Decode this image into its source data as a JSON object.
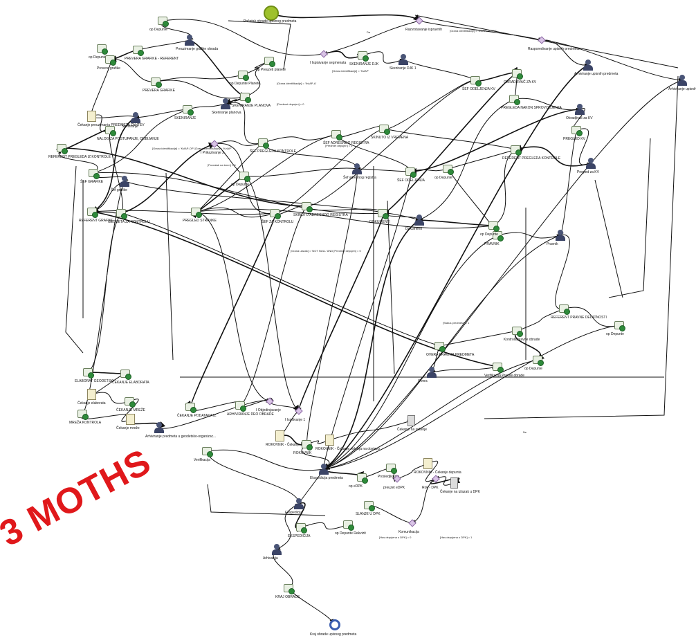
{
  "diagram": {
    "title": "",
    "start_event_label": "Početak obrade upisnog predmeta",
    "end_event_label": "Kraj obrade upisnog predmeta",
    "stamp_text": "3 MOTHS",
    "colors": {
      "edges": "#111111",
      "stamp": "#e0181b",
      "start_event": "#9ec12c",
      "end_event": "#3b5eb0",
      "user_task": "#3b4466",
      "service_task": "#2e8a3a"
    },
    "nodes": [
      {
        "id": "n1",
        "kind": "service",
        "label": "op Depunte"
      },
      {
        "id": "n2",
        "kind": "service",
        "label": "op Depunte"
      },
      {
        "id": "n3",
        "kind": "user",
        "label": "Preuzimanje grafike obrada"
      },
      {
        "id": "n4",
        "kind": "service",
        "label": "PREVERA GRAFIKE - REFERENT"
      },
      {
        "id": "n5",
        "kind": "service",
        "label": "Provera grafike"
      },
      {
        "id": "n6",
        "kind": "service",
        "label": "PREVERA GRAFIKE"
      },
      {
        "id": "n7",
        "kind": "service",
        "label": "op Depunte Planete"
      },
      {
        "id": "n8",
        "kind": "service",
        "label": "op Preuzeti planete"
      },
      {
        "id": "n9",
        "kind": "gateway",
        "label": "Razvrstavanje ispravnih"
      },
      {
        "id": "n10",
        "kind": "gateway",
        "label": "I Ispisivanje segmenata"
      },
      {
        "id": "n11",
        "kind": "service",
        "label": "SKENIRANJE DJK"
      },
      {
        "id": "n12",
        "kind": "user",
        "label": "Skeniranje DJK 1"
      },
      {
        "id": "n13",
        "kind": "gateway",
        "label": "Rasporedivanje upisnih predmeta"
      },
      {
        "id": "n14",
        "kind": "user",
        "label": "Arhiviranje upisnih predmeta"
      },
      {
        "id": "n15",
        "kind": "user",
        "label": "Arhiviranje upisnih predmeta"
      },
      {
        "id": "n16",
        "kind": "service",
        "label": "SKENIRANJE PLANOVA"
      },
      {
        "id": "n17",
        "kind": "user",
        "label": "Skeniranje planova"
      },
      {
        "id": "n18",
        "kind": "doc",
        "label": "Čekanje preuzimanja PREDMETA ZAHTEV"
      },
      {
        "id": "n19",
        "kind": "service",
        "label": "NALOG ZA POSTUPANJE, ODBIJANJE"
      },
      {
        "id": "n20",
        "kind": "service",
        "label": "SKENIRANJE"
      },
      {
        "id": "n21",
        "kind": "user",
        "label": "Skeniranje"
      },
      {
        "id": "n22",
        "kind": "service",
        "label": "REFERENT PREGLEDA IZ KONTROLE"
      },
      {
        "id": "n23",
        "kind": "gateway",
        "label": "I Prikazivanje 2"
      },
      {
        "id": "n24",
        "kind": "service",
        "label": "ŠEF PREGLEDA KONTROLE"
      },
      {
        "id": "n25",
        "kind": "service",
        "label": "ŠEF ADRESNOG REGISTRA"
      },
      {
        "id": "n26",
        "kind": "service",
        "label": "SKINUTO IZ VREMENA"
      },
      {
        "id": "n27",
        "kind": "service",
        "label": "ŠEF ODELJENJA KV"
      },
      {
        "id": "n28",
        "kind": "service",
        "label": "OBRADJIVAČ ZA KV"
      },
      {
        "id": "n29",
        "kind": "service",
        "label": "PREGLEDA NAKON SPROVODJENJA"
      },
      {
        "id": "n30",
        "kind": "user",
        "label": "Obradjivač za KV"
      },
      {
        "id": "n31",
        "kind": "service",
        "label": "PREGLED KV"
      },
      {
        "id": "n32",
        "kind": "user",
        "label": "Pregled za KV"
      },
      {
        "id": "n33",
        "kind": "service",
        "label": "REFERENT PREGLEDA KONTROLE"
      },
      {
        "id": "n34",
        "kind": "service",
        "label": "ŠEF GRAFIKE"
      },
      {
        "id": "n35",
        "kind": "user",
        "label": "Šef grafike"
      },
      {
        "id": "n36",
        "kind": "service",
        "label": "op Depunte"
      },
      {
        "id": "n37",
        "kind": "user",
        "label": "Šef adresnog registra"
      },
      {
        "id": "n38",
        "kind": "service",
        "label": "ŠEF ODELJENJA"
      },
      {
        "id": "n39",
        "kind": "service",
        "label": "op Depunte"
      },
      {
        "id": "n40",
        "kind": "service",
        "label": "PRAVNIK"
      },
      {
        "id": "n41",
        "kind": "user",
        "label": "Pravnik"
      },
      {
        "id": "n42",
        "kind": "service",
        "label": "REFERENT GRAFIKE"
      },
      {
        "id": "n43",
        "kind": "service",
        "label": "GEODETA ZA KONTROLU"
      },
      {
        "id": "n44",
        "kind": "service",
        "label": "PREGLED STRANKE"
      },
      {
        "id": "n45",
        "kind": "service",
        "label": "ŠEF ZA KONTROLU"
      },
      {
        "id": "n46",
        "kind": "service",
        "label": "SKINUTO ADRESNOG REGISTRA"
      },
      {
        "id": "n47",
        "kind": "service",
        "label": "DOKUMENTI"
      },
      {
        "id": "n48",
        "kind": "user",
        "label": "Dokumenti"
      },
      {
        "id": "n49",
        "kind": "service",
        "label": "op Depunte"
      },
      {
        "id": "n50",
        "kind": "service",
        "label": "REFERENT PRAVNE DELATNOSTI"
      },
      {
        "id": "n51",
        "kind": "service",
        "label": "Kontrola pravne obrade"
      },
      {
        "id": "n52",
        "kind": "service",
        "label": "op Depunte"
      },
      {
        "id": "n53",
        "kind": "service",
        "label": "OVERA PRAVNIH PREDMETA"
      },
      {
        "id": "n54",
        "kind": "user",
        "label": "Overa"
      },
      {
        "id": "n55",
        "kind": "service",
        "label": "Verifikacija Pravne obrade"
      },
      {
        "id": "n56",
        "kind": "service",
        "label": "op Depunte"
      },
      {
        "id": "n57",
        "kind": "service",
        "label": "ELABORAT GEODETSKI"
      },
      {
        "id": "n58",
        "kind": "service",
        "label": "ČEKANJE ELABORATA"
      },
      {
        "id": "n59",
        "kind": "doc",
        "label": "Čekanje elaborata"
      },
      {
        "id": "n60",
        "kind": "service",
        "label": "ČEKANJE MREŽE"
      },
      {
        "id": "n61",
        "kind": "service",
        "label": "MREŽA KONTROLA"
      },
      {
        "id": "n62",
        "kind": "doc",
        "label": "Čekanje mreže"
      },
      {
        "id": "n63",
        "kind": "service",
        "label": "ČEKANJE PODATAKA IZ"
      },
      {
        "id": "n64",
        "kind": "user",
        "label": "Arhiviranje predmeta u geodetsko-organizac..."
      },
      {
        "id": "n65",
        "kind": "service",
        "label": "ARHIVIRANJE DEO OBRADE"
      },
      {
        "id": "n66",
        "kind": "gateway",
        "label": "I Objedinjavanje"
      },
      {
        "id": "n67",
        "kind": "gateway",
        "label": "I Ispitivanje 1"
      },
      {
        "id": "n68",
        "kind": "doc",
        "label": "ROKOVNIK - Čekanje rešenja"
      },
      {
        "id": "n69",
        "kind": "service",
        "label": "ROKOVNIK"
      },
      {
        "id": "n70",
        "kind": "doc",
        "label": "ROKOVNIK - Čekanje rešenja na dostavu"
      },
      {
        "id": "n71",
        "kind": "timer",
        "label": "Čekanje na rešenje"
      },
      {
        "id": "n72",
        "kind": "service",
        "label": "Verifikacija"
      },
      {
        "id": "n73",
        "kind": "user",
        "label": "Ekspedicija predmeta"
      },
      {
        "id": "n74",
        "kind": "service",
        "label": "op eDPK"
      },
      {
        "id": "n75",
        "kind": "service",
        "label": "Prosledjivanje"
      },
      {
        "id": "n76",
        "kind": "gateway",
        "label": "preuzet eDPK"
      },
      {
        "id": "n77",
        "kind": "doc",
        "label": "ROKOVNIK - Čekanje depunta"
      },
      {
        "id": "n78",
        "kind": "gateway",
        "label": "Rok - DPK"
      },
      {
        "id": "n79",
        "kind": "timer",
        "label": "Čekanje na izlazak u DPK"
      },
      {
        "id": "n80",
        "kind": "service",
        "label": "SLANJE U DPK"
      },
      {
        "id": "n81",
        "kind": "user",
        "label": "Ekspedicija"
      },
      {
        "id": "n82",
        "kind": "service",
        "label": "EKSPEDICIJA"
      },
      {
        "id": "n83",
        "kind": "service",
        "label": "op Depunte Rekvizit"
      },
      {
        "id": "n84",
        "kind": "gateway",
        "label": "Komunikacija"
      },
      {
        "id": "n85",
        "kind": "user",
        "label": "Arhivacija"
      },
      {
        "id": "n86",
        "kind": "service",
        "label": "KRAJ OBRADE"
      }
    ],
    "edge_conditions": [
      "Da",
      "[Grana identifikacije] = 'KvlAP', 'KvlAS'",
      "[Grana identifikacije] = 'KvlAP'",
      "[Grana identifikacije] = 'KvlAP-A'",
      "[Grana identifikacije] = 'KvlAP-OP' [Grana identifikacije] = 'KvlAP'",
      "[Predmet depujen] = 0",
      "[Predmet depujen] = 1",
      "[Povratak na teren] = 0",
      "[Grana ulazak] = 'NOT NULL' AND [Predmet depujen] = 0",
      "[Status predmeta] = 1",
      "[Has depujena u DPK] = 0",
      "[Has depujena u DPK] = 1",
      "Ne"
    ]
  }
}
